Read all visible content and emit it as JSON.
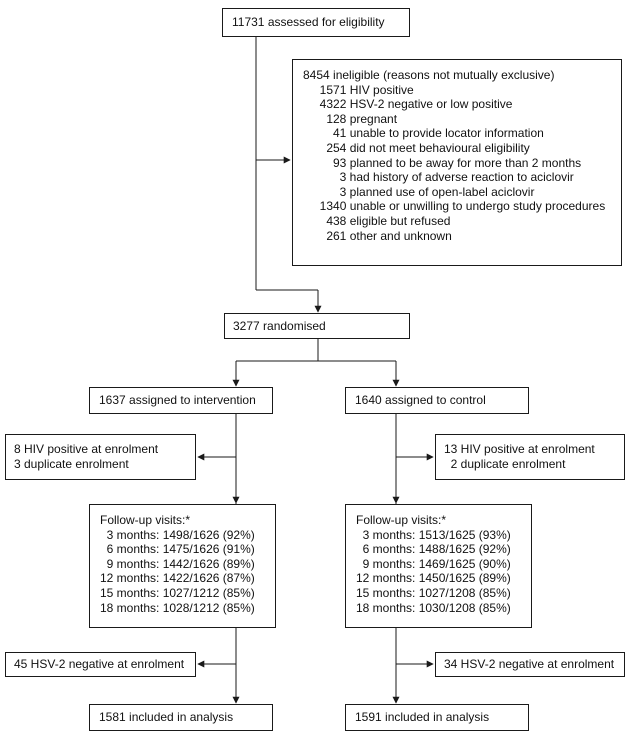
{
  "assessed": "11731 assessed for eligibility",
  "ineligible": {
    "lines": [
      "8454 ineligible (reasons not mutually exclusive)",
      "     1571 HIV positive",
      "     4322 HSV-2 negative or low positive",
      "       128 pregnant",
      "         41 unable to provide locator information",
      "       254 did not meet behavioural eligibility",
      "         93 planned to be away for more than 2 months",
      "           3 had history of adverse reaction to aciclovir",
      "           3 planned use of open-label aciclovir",
      "     1340 unable or unwilling to undergo study procedures",
      "       438 eligible but refused",
      "       261 other and unknown"
    ]
  },
  "randomised": "3277 randomised",
  "intervention": {
    "assigned": "1637 assigned to intervention",
    "excluded_enrolment": [
      "8 HIV positive at enrolment",
      "3 duplicate enrolment"
    ],
    "followup": {
      "title": "Follow-up visits:*",
      "lines": [
        "  3 months: 1498/1626 (92%)",
        "  6 months: 1475/1626 (91%)",
        "  9 months: 1442/1626 (89%)",
        "12 months: 1422/1626 (87%)",
        "15 months: 1027/1212 (85%)",
        "18 months: 1028/1212 (85%)"
      ]
    },
    "hsv_excluded": "45 HSV-2 negative at enrolment",
    "analysis": "1581 included in analysis"
  },
  "control": {
    "assigned": "1640 assigned to control",
    "excluded_enrolment": [
      "13 HIV positive at enrolment",
      "  2 duplicate enrolment"
    ],
    "followup": {
      "title": "Follow-up visits:*",
      "lines": [
        "  3 months: 1513/1625 (93%)",
        "  6 months: 1488/1625 (92%)",
        "  9 months: 1469/1625 (90%)",
        "12 months: 1450/1625 (89%)",
        "15 months: 1027/1208 (85%)",
        "18 months: 1030/1208 (85%)"
      ]
    },
    "hsv_excluded": "34 HSV-2 negative at enrolment",
    "analysis": "1591 included in analysis"
  }
}
